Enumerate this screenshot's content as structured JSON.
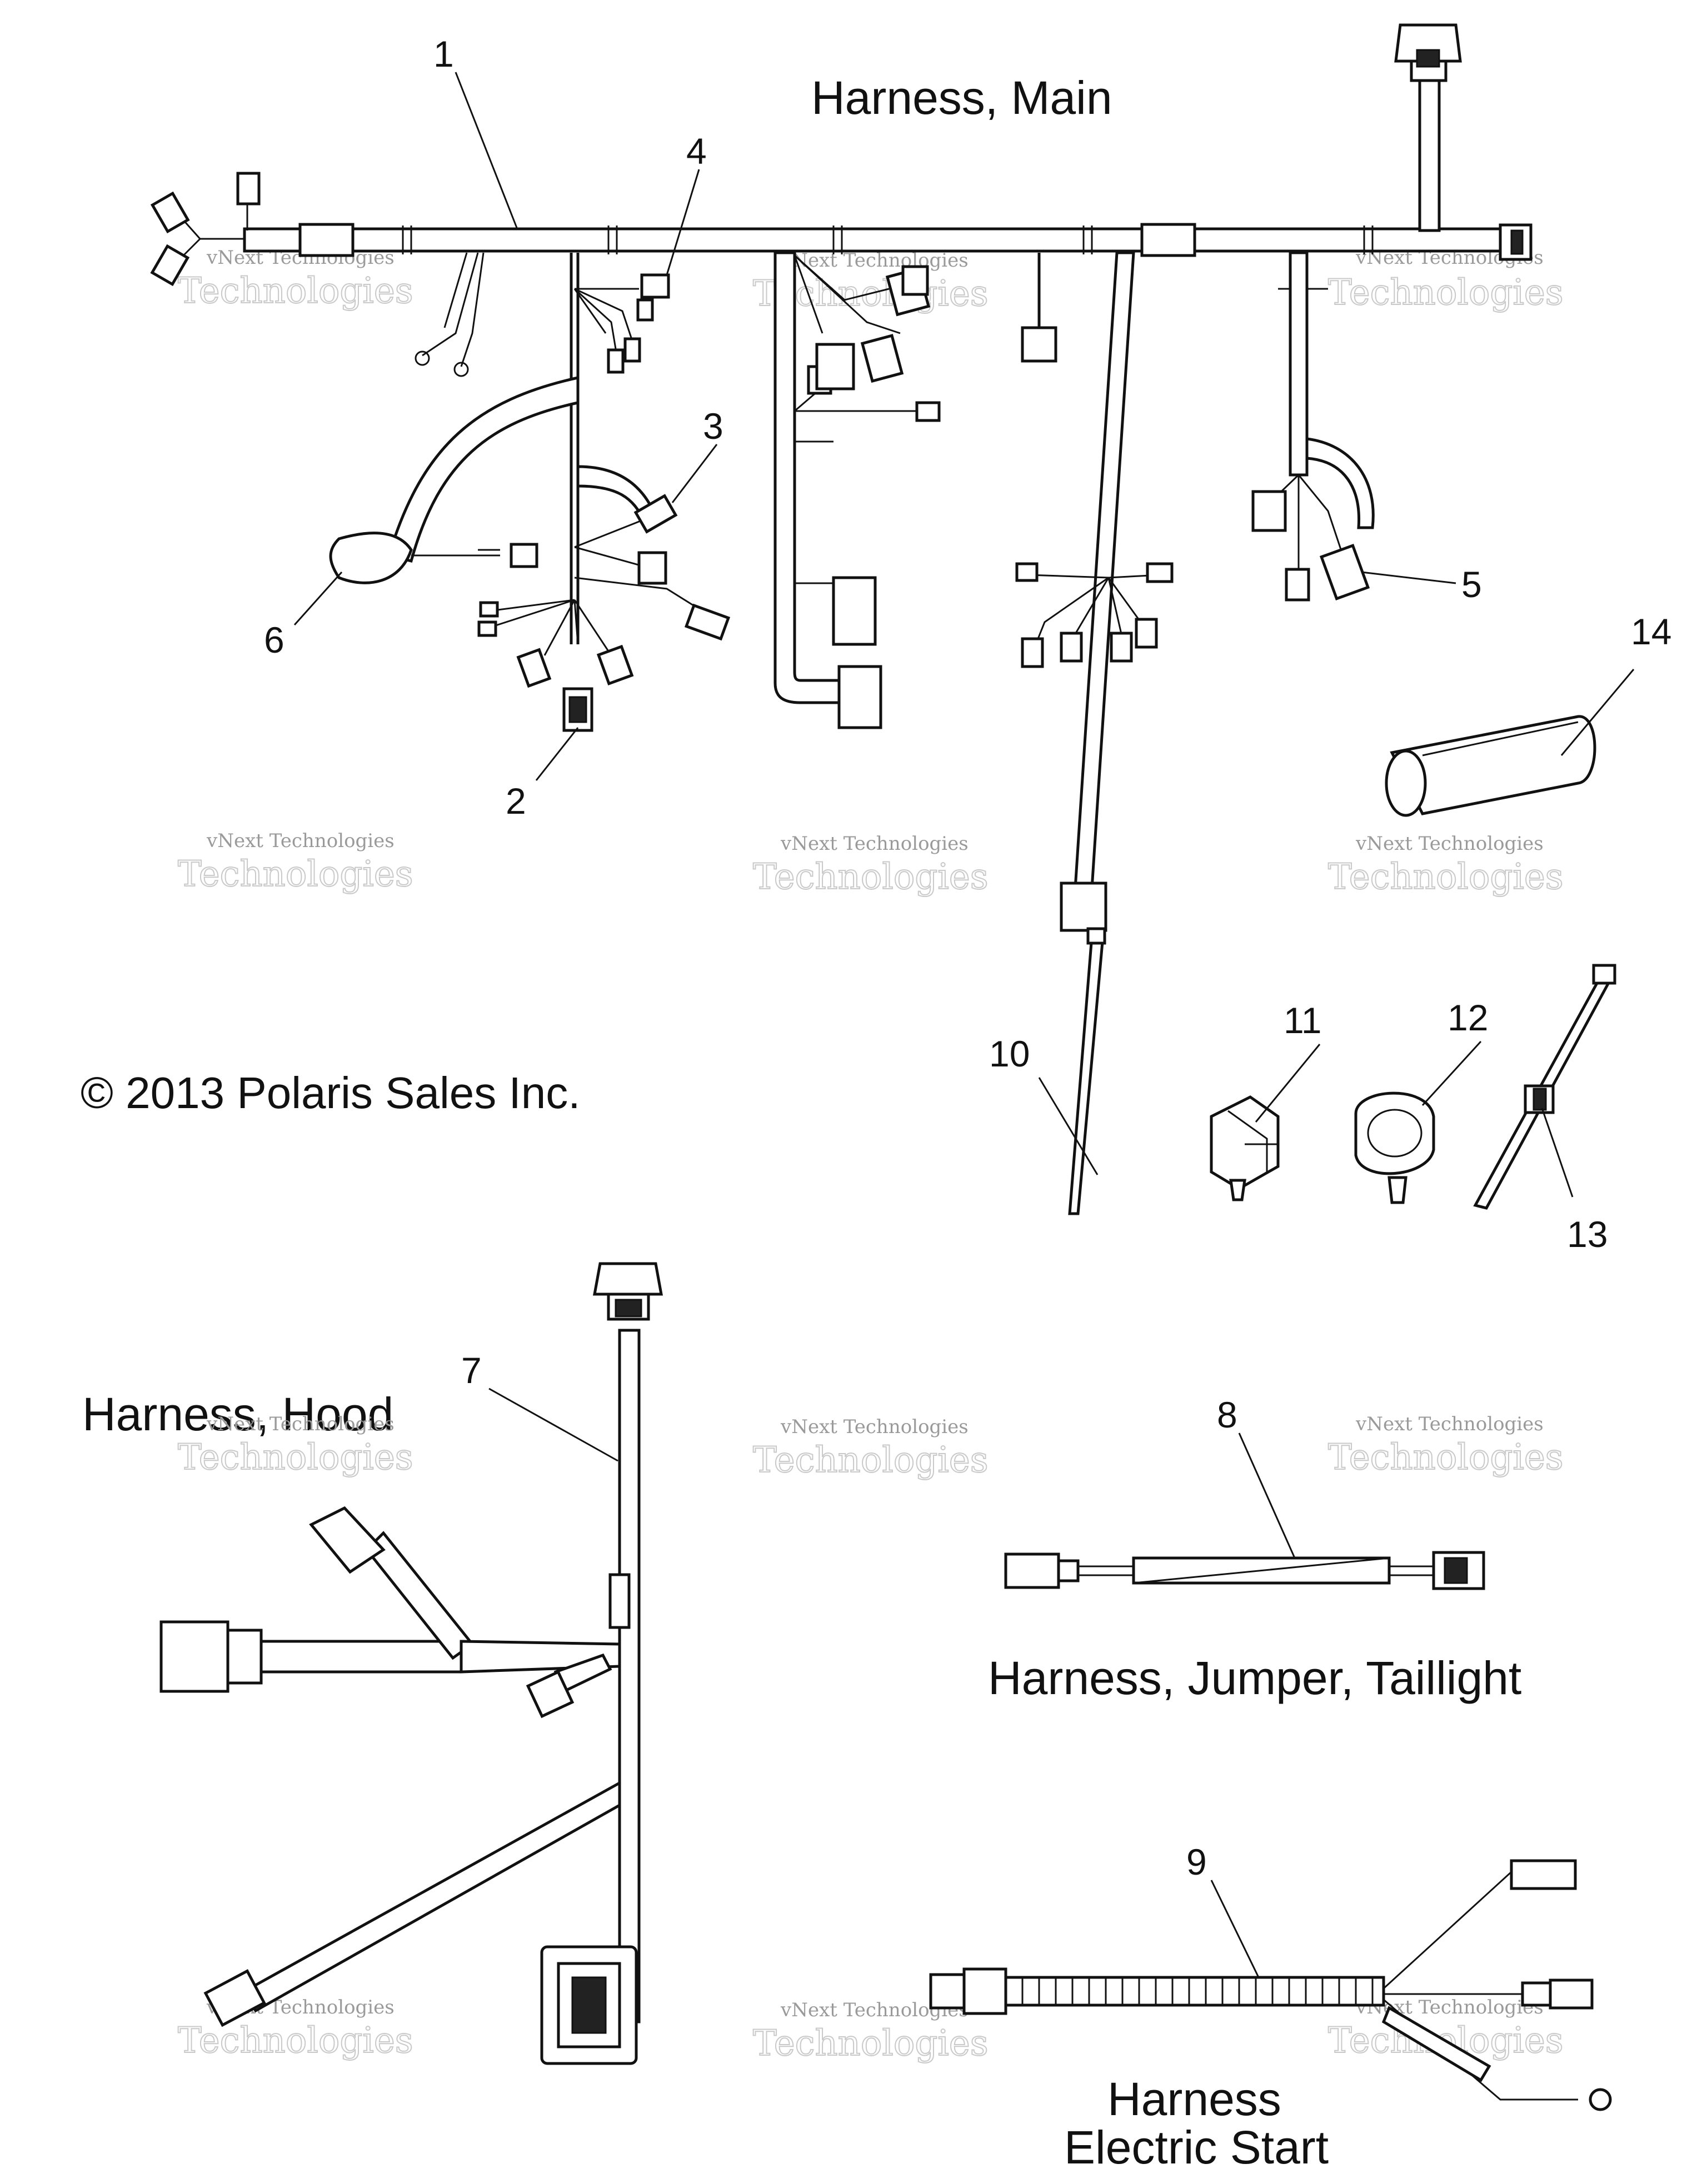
{
  "titles": {
    "main": "Harness, Main",
    "hood": "Harness, Hood",
    "jumper": "Harness, Jumper, Taillight",
    "start_line1": "Harness",
    "start_line2": "Electric Start"
  },
  "copyright": "© 2013 Polaris Sales Inc.",
  "watermark": {
    "line1": "vNext Technologies",
    "line2": "Technologies"
  },
  "callouts": [
    "1",
    "2",
    "3",
    "4",
    "5",
    "6",
    "7",
    "8",
    "9",
    "10",
    "11",
    "12",
    "13",
    "14"
  ]
}
